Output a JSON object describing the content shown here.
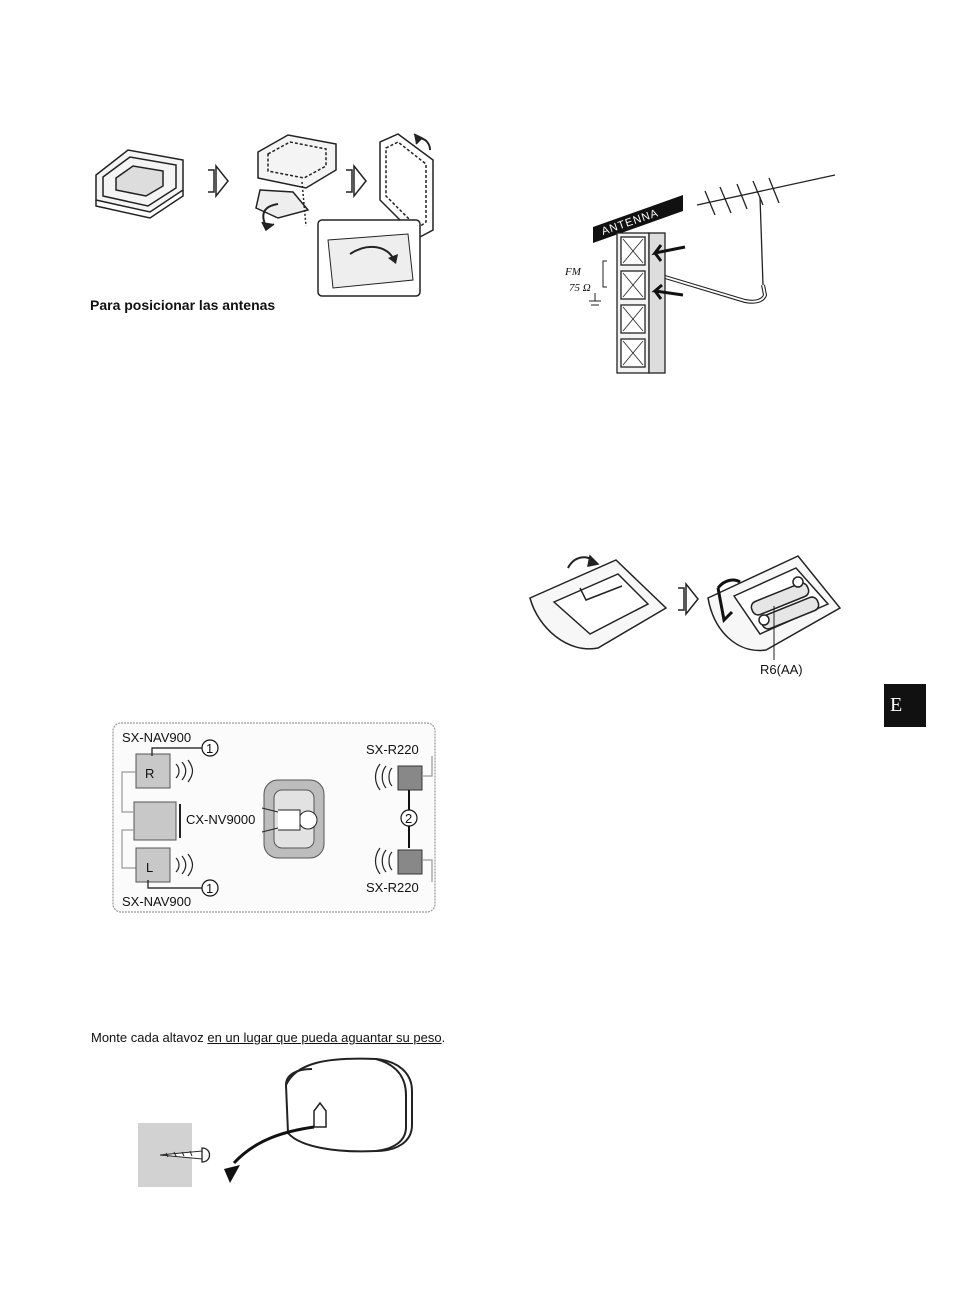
{
  "antenna_section": {
    "caption": "Para posicionar las antenas",
    "terminal_label": "ANTENNA",
    "fm_label": "FM",
    "impedance_label": "75 Ω"
  },
  "remote_section": {
    "battery_label": "R6(AA)"
  },
  "language_tab": {
    "letter": "E",
    "color": "#111111"
  },
  "speaker_layout": {
    "front_speaker_model": "SX-NAV900",
    "rear_speaker_model": "SX-R220",
    "center_unit_model": "CX-NV9000",
    "right_channel": "R",
    "left_channel": "L",
    "callout_1": "1",
    "callout_2": "2"
  },
  "wall_mount_section": {
    "caption_prefix": "Monte cada altavoz ",
    "caption_underlined": "en un lugar que pueda aguantar su peso",
    "caption_suffix": "."
  }
}
